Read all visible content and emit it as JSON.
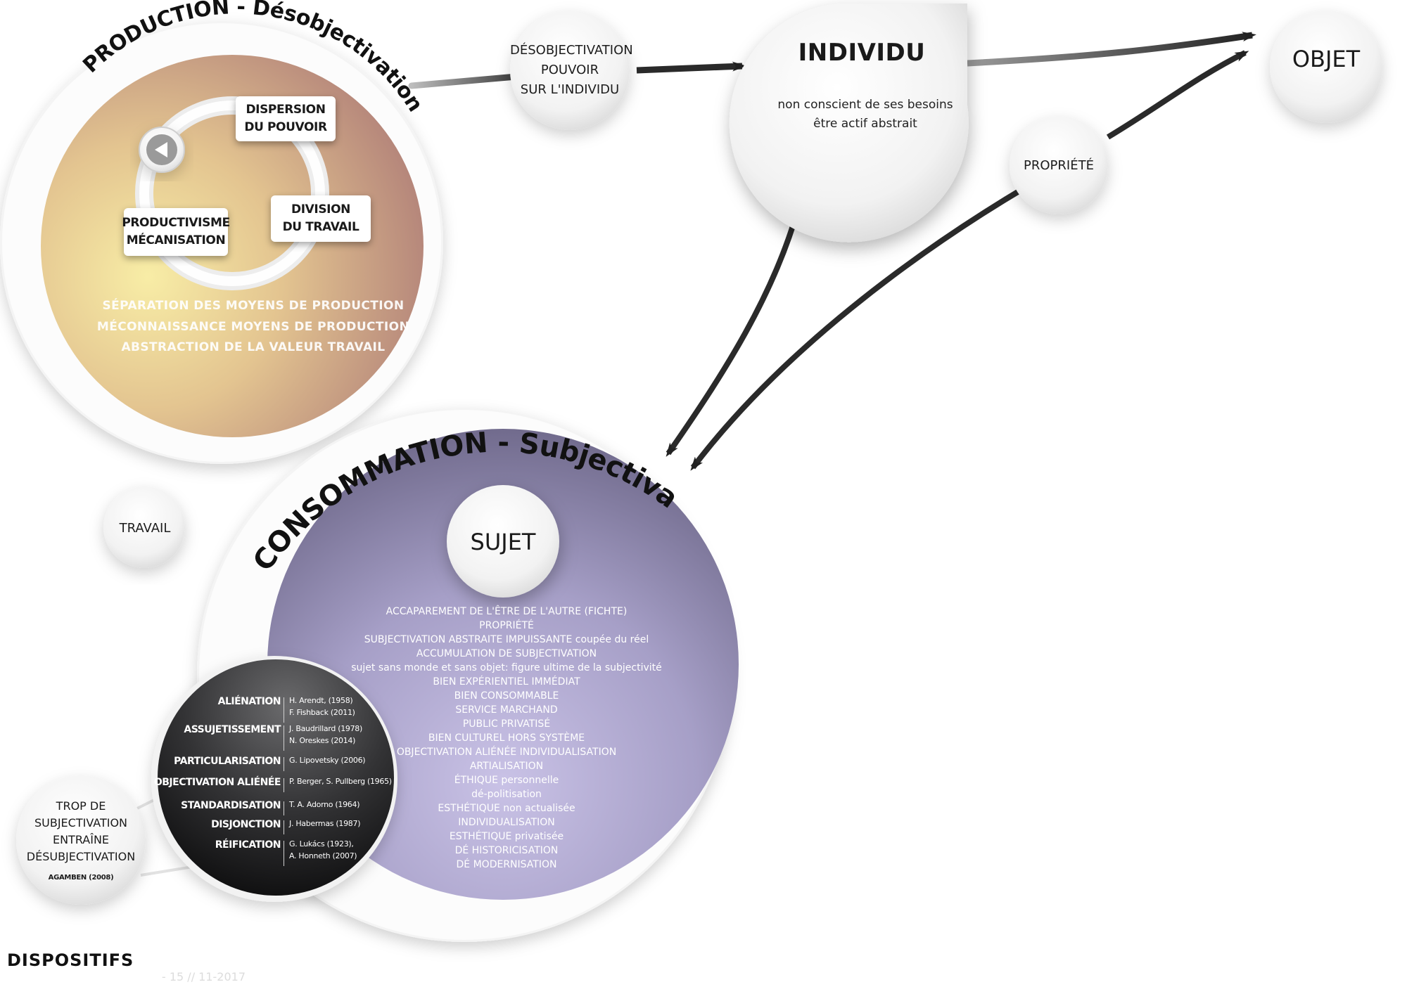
{
  "production": {
    "title_a": "PRODUCTION - ",
    "title_b": "Désobjectivation",
    "dispersion": "DISPERSION\nDU POUVOIR",
    "division": "DIVISION\nDU TRAVAIL",
    "productivisme": "PRODUCTIVISME\nMÉCANISATION",
    "list": [
      "SÉPARATION DES MOYENS DE PRODUCTION",
      "MÉCONNAISSANCE MOYENS DE PRODUCTION",
      "ABSTRACTION DE LA VALEUR TRAVAIL"
    ]
  },
  "desobj_bubble": [
    "DÉSOBJECTIVATION",
    "POUVOIR",
    "SUR L'INDIVIDU"
  ],
  "individu": {
    "title": "INDIVIDU",
    "lines": [
      "non conscient de ses besoins",
      "être actif abstrait"
    ]
  },
  "objet": {
    "title": "OBJET"
  },
  "propriete": {
    "label": "PROPRIÉTÉ"
  },
  "travail": {
    "label": "TRAVAIL"
  },
  "consommation": {
    "title_a": "CONSOMMATION - ",
    "title_b": "Subjectivation",
    "sujet": "SUJET",
    "list": [
      "ACCAPAREMENT DE L'ÊTRE  DE L'AUTRE (FICHTE)",
      "PROPRIÉTÉ",
      "SUBJECTIVATION ABSTRAITE IMPUISSANTE coupée du réel",
      "ACCUMULATION DE SUBJECTIVATION",
      "sujet sans monde et sans objet: figure ultime de la subjectivité",
      "BIEN EXPÉRIENTIEL IMMÉDIAT",
      "BIEN CONSOMMABLE",
      "SERVICE MARCHAND",
      "PUBLIC PRIVATISÉ",
      "BIEN CULTUREL HORS SYSTÈME",
      "OBJECTIVATION ALIÉNÉE  INDIVIDUALISATION",
      "ARTIALISATION",
      "ÉTHIQUE personnelle",
      "dé-politisation",
      "ESTHÉTIQUE non actualisée",
      "INDIVIDUALISATION",
      "ESTHÉTIQUE privatisée",
      "DÉ HISTORICISATION",
      "DÉ MODERNISATION"
    ]
  },
  "dark_rows": [
    {
      "term": "ALIÉNATION",
      "refs": [
        "H. Arendt, (1958)",
        "F. Fishback (2011)"
      ]
    },
    {
      "term": "ASSUJETISSEMENT",
      "refs": [
        "J. Baudrillard (1978)",
        "N. Oreskes (2014)"
      ]
    },
    {
      "term": "PARTICULARISATION",
      "refs": [
        "G. Lipovetsky (2006)"
      ]
    },
    {
      "term": "OBJECTIVATION ALIÉNÉE",
      "refs": [
        "P. Berger, S. Pullberg (1965)"
      ]
    },
    {
      "term": "STANDARDISATION",
      "refs": [
        "T. A. Adorno (1964)"
      ]
    },
    {
      "term": "DISJONCTION",
      "refs": [
        "J. Habermas (1987)"
      ]
    },
    {
      "term": "RÉIFICATION",
      "refs": [
        "G. Lukács (1923),",
        "A. Honneth (2007)"
      ]
    }
  ],
  "trop": {
    "lines": [
      "TROP DE",
      "SUBJECTIVATION",
      "ENTRAÎNE",
      "DÉSUBJECTIVATION"
    ],
    "ref": "AGAMBEN (2008)"
  },
  "footer": {
    "dispositifs": "DISPOSITIFS",
    "faint": "- 15 // 11-2017"
  },
  "colors": {
    "production_center": "#f6e6a0",
    "production_edge": "#c0877a",
    "consumption_light": "#b9b2d8",
    "consumption_dark": "#6b6683",
    "dark_circle": "#2a2a2c",
    "arrow": "#222222"
  }
}
